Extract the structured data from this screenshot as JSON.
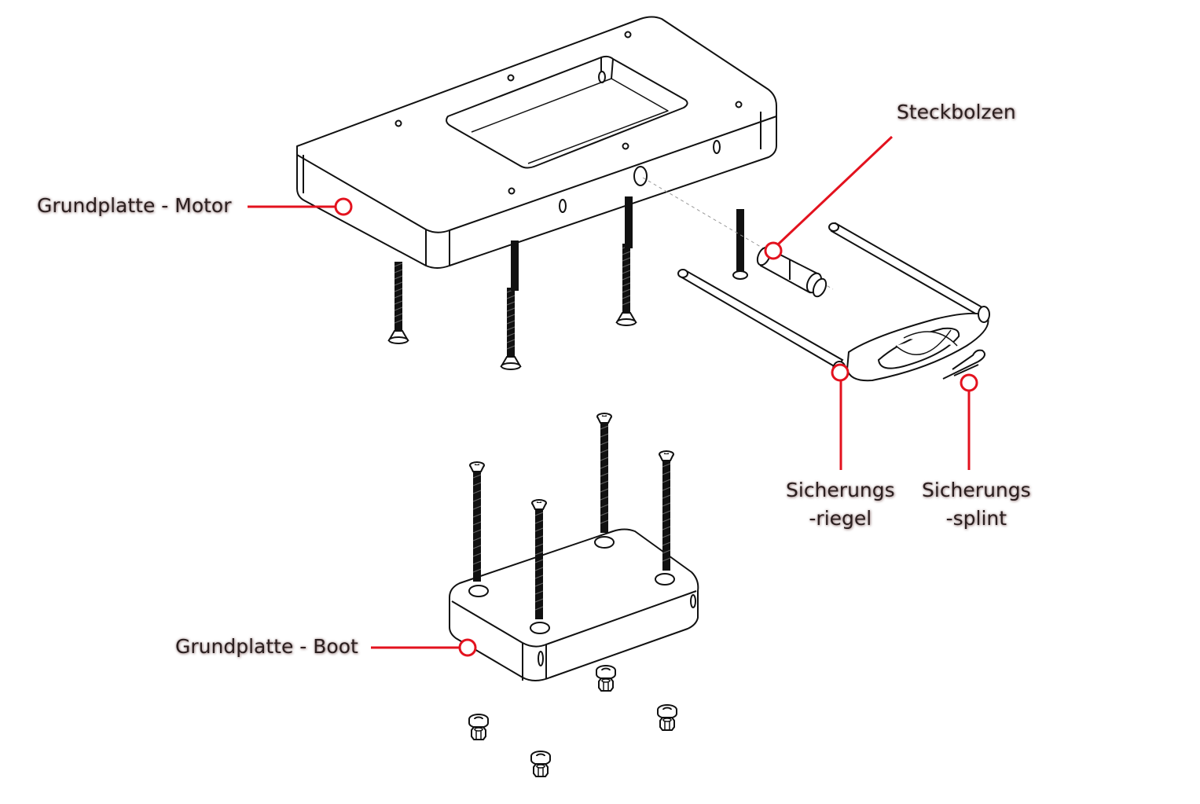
{
  "colors": {
    "line": "#111111",
    "accent": "#e3121e",
    "background": "#ffffff"
  },
  "labels": {
    "grundplatte_motor": "Grundplatte - Motor",
    "grundplatte_boot": "Grundplatte - Boot",
    "steckbolzen": "Steckbolzen",
    "sicherungsriegel_line1": "Sicherungs",
    "sicherungsriegel_line2": "-riegel",
    "sicherungssplint_line1": "Sicherungs",
    "sicherungssplint_line2": "-splint"
  }
}
